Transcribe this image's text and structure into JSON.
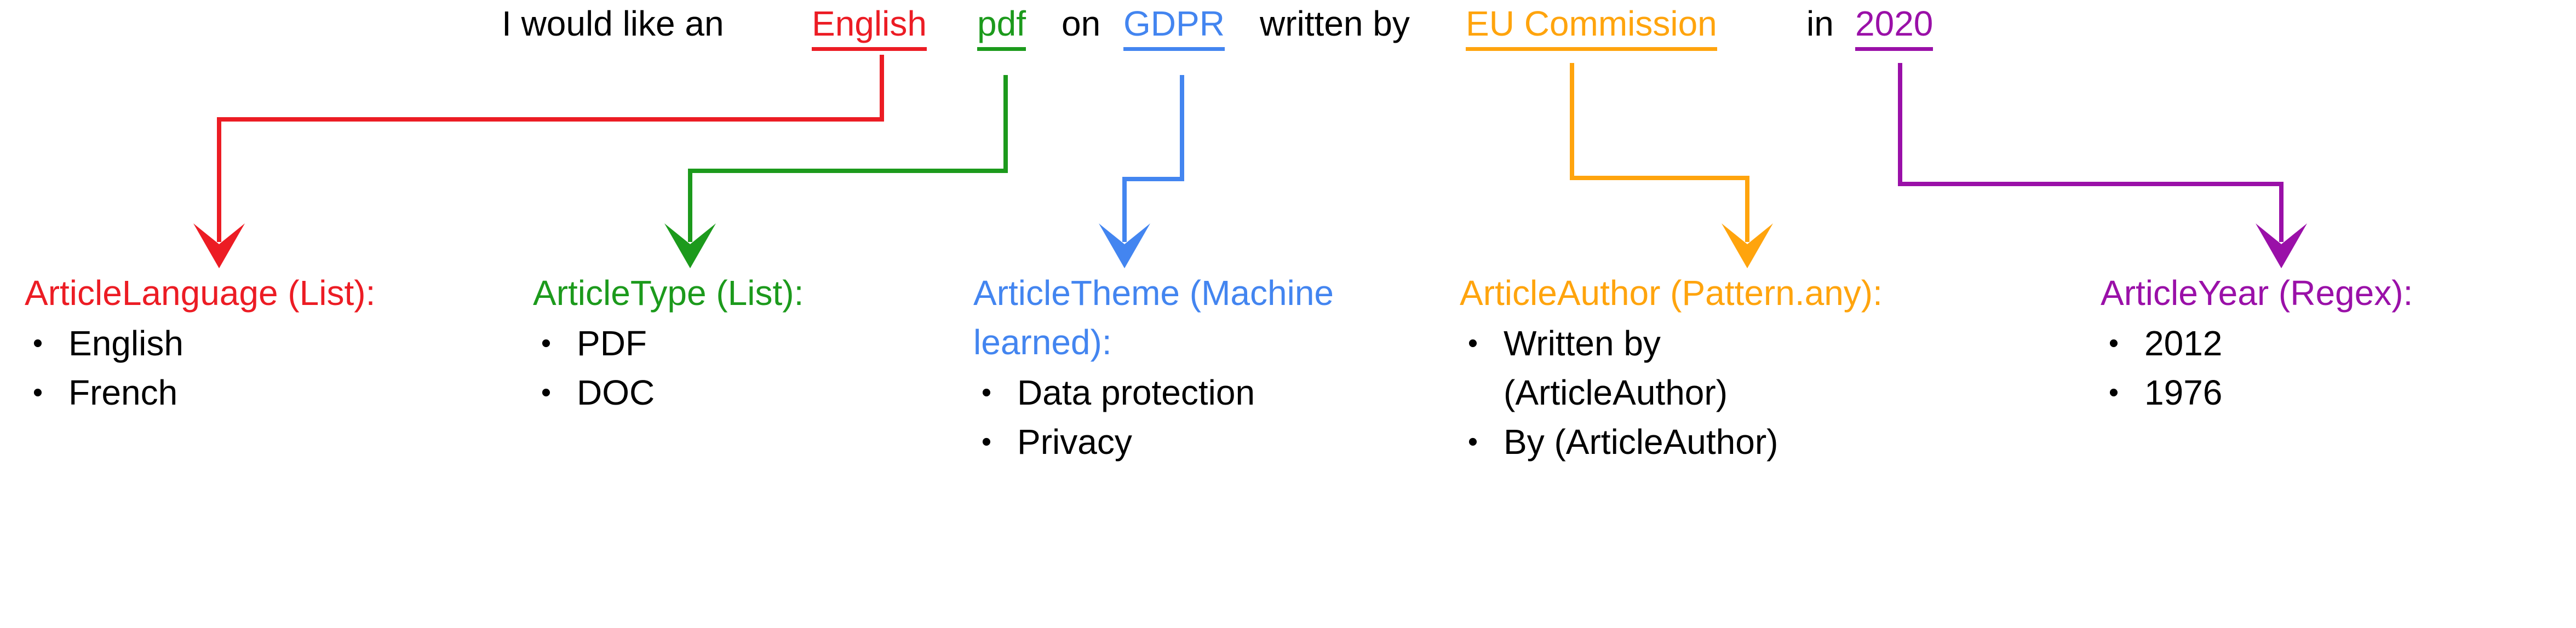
{
  "background": "#FFFFFF",
  "bullet_glyph": "•",
  "colors": {
    "text": "#000000",
    "red": "#EC1C24",
    "green": "#1C9A1C",
    "blue": "#4385F0",
    "orange": "#FFA40D",
    "purple": "#9A10A8"
  },
  "sentence": {
    "full_text": "I would like an English pdf on GDPR written by EU Commission in 2020",
    "segments": [
      {
        "text": "I would like an",
        "color": "text",
        "underlined": false
      },
      {
        "text": "English",
        "color": "red",
        "underlined": true,
        "entity": "ArticleLanguage"
      },
      {
        "text": "pdf",
        "color": "green",
        "underlined": true,
        "entity": "ArticleType"
      },
      {
        "text": "on",
        "color": "text",
        "underlined": false
      },
      {
        "text": "GDPR",
        "color": "blue",
        "underlined": true,
        "entity": "ArticleTheme"
      },
      {
        "text": "written by",
        "color": "text",
        "underlined": false
      },
      {
        "text": "EU Commission",
        "color": "orange",
        "underlined": true,
        "entity": "ArticleAuthor"
      },
      {
        "text": "in",
        "color": "text",
        "underlined": false
      },
      {
        "text": "2020",
        "color": "purple",
        "underlined": true,
        "entity": "ArticleYear"
      }
    ]
  },
  "entities": [
    {
      "name": "ArticleLanguage",
      "title": "ArticleLanguage (List):",
      "color": "red",
      "hex": "#EC1C24",
      "source_word": "English",
      "items": [
        "English",
        "French"
      ]
    },
    {
      "name": "ArticleType",
      "title": "ArticleType (List):",
      "color": "green",
      "hex": "#1C9A1C",
      "source_word": "pdf",
      "items": [
        "PDF",
        "DOC"
      ]
    },
    {
      "name": "ArticleTheme",
      "title": "ArticleTheme (Machine learned):",
      "color": "blue",
      "hex": "#4385F0",
      "source_word": "GDPR",
      "items": [
        "Data protection",
        "Privacy"
      ]
    },
    {
      "name": "ArticleAuthor",
      "title": "ArticleAuthor (Pattern.any):",
      "color": "orange",
      "hex": "#FFA40D",
      "source_word": "EU Commission",
      "items": [
        "Written by (ArticleAuthor)",
        "By (ArticleAuthor)"
      ]
    },
    {
      "name": "ArticleYear",
      "title": "ArticleYear (Regex):",
      "color": "purple",
      "hex": "#9A10A8",
      "source_word": "2020",
      "items": [
        "2012",
        "1976"
      ]
    }
  ]
}
